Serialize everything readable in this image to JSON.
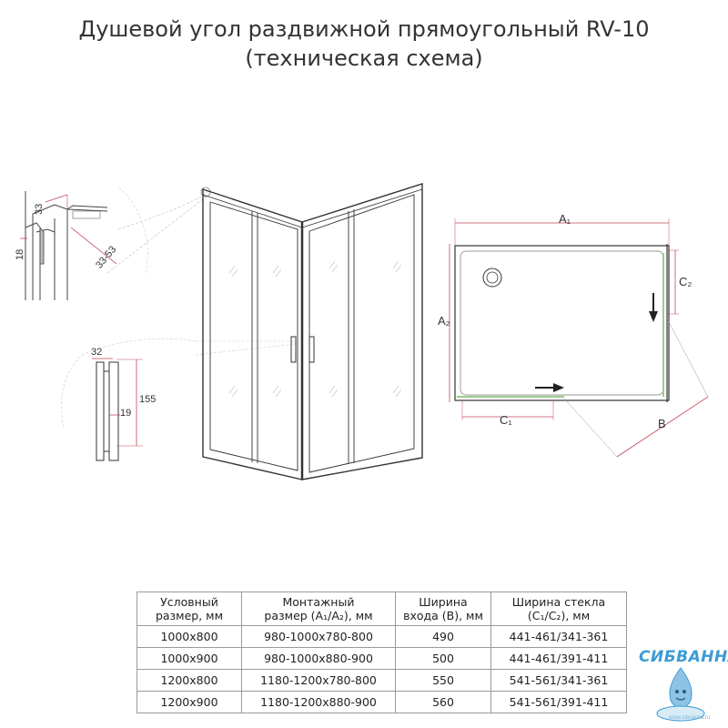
{
  "title": {
    "line1": "Душевой угол раздвижной прямоугольный RV-10",
    "line2": "(техническая схема)"
  },
  "profile_detail": {
    "dim_top": "33",
    "dim_side": "18",
    "dim_range": "33-53"
  },
  "handle_detail": {
    "dim_width": "32",
    "dim_height": "155",
    "dim_depth": "19"
  },
  "plan": {
    "label_a1": "A₁",
    "label_a2": "A₂",
    "label_c1": "C₁",
    "label_c2": "C₂",
    "label_b": "B"
  },
  "spec_table": {
    "headers": [
      [
        "Условный",
        "размер, мм"
      ],
      [
        "Монтажный",
        "размер (A₁/A₂), мм"
      ],
      [
        "Ширина",
        "входа (B), мм"
      ],
      [
        "Ширина стекла",
        "(C₁/C₂), мм"
      ]
    ],
    "rows": [
      [
        "1000x800",
        "980-1000x780-800",
        "490",
        "441-461/341-361"
      ],
      [
        "1000x900",
        "980-1000x880-900",
        "500",
        "441-461/391-411"
      ],
      [
        "1200x800",
        "1180-1200x780-800",
        "550",
        "541-561/341-361"
      ],
      [
        "1200x900",
        "1180-1200x880-900",
        "560",
        "541-561/391-411"
      ]
    ]
  },
  "logo": {
    "name": "СИБВАННА",
    "site": "www.sibvanna.ru"
  },
  "colors": {
    "line": "#333333",
    "dim_line": "#c0485a",
    "arrow": "#222222",
    "logo": "#3b9bd4"
  }
}
